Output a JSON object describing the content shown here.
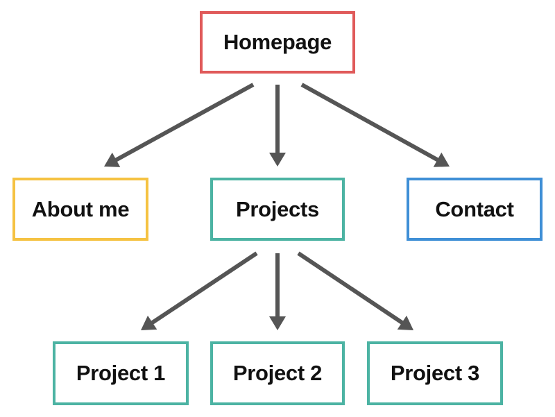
{
  "nodes": {
    "homepage": {
      "label": "Homepage",
      "color": "#e05a5a"
    },
    "about": {
      "label": "About me",
      "color": "#f5c242"
    },
    "projects": {
      "label": "Projects",
      "color": "#4cb3a3"
    },
    "contact": {
      "label": "Contact",
      "color": "#3f8fd6"
    },
    "project1": {
      "label": "Project 1",
      "color": "#4cb3a3"
    },
    "project2": {
      "label": "Project 2",
      "color": "#4cb3a3"
    },
    "project3": {
      "label": "Project 3",
      "color": "#4cb3a3"
    }
  },
  "edges": [
    {
      "from": "homepage",
      "to": "about"
    },
    {
      "from": "homepage",
      "to": "projects"
    },
    {
      "from": "homepage",
      "to": "contact"
    },
    {
      "from": "projects",
      "to": "project1"
    },
    {
      "from": "projects",
      "to": "project2"
    },
    {
      "from": "projects",
      "to": "project3"
    }
  ],
  "arrow_color": "#555555"
}
